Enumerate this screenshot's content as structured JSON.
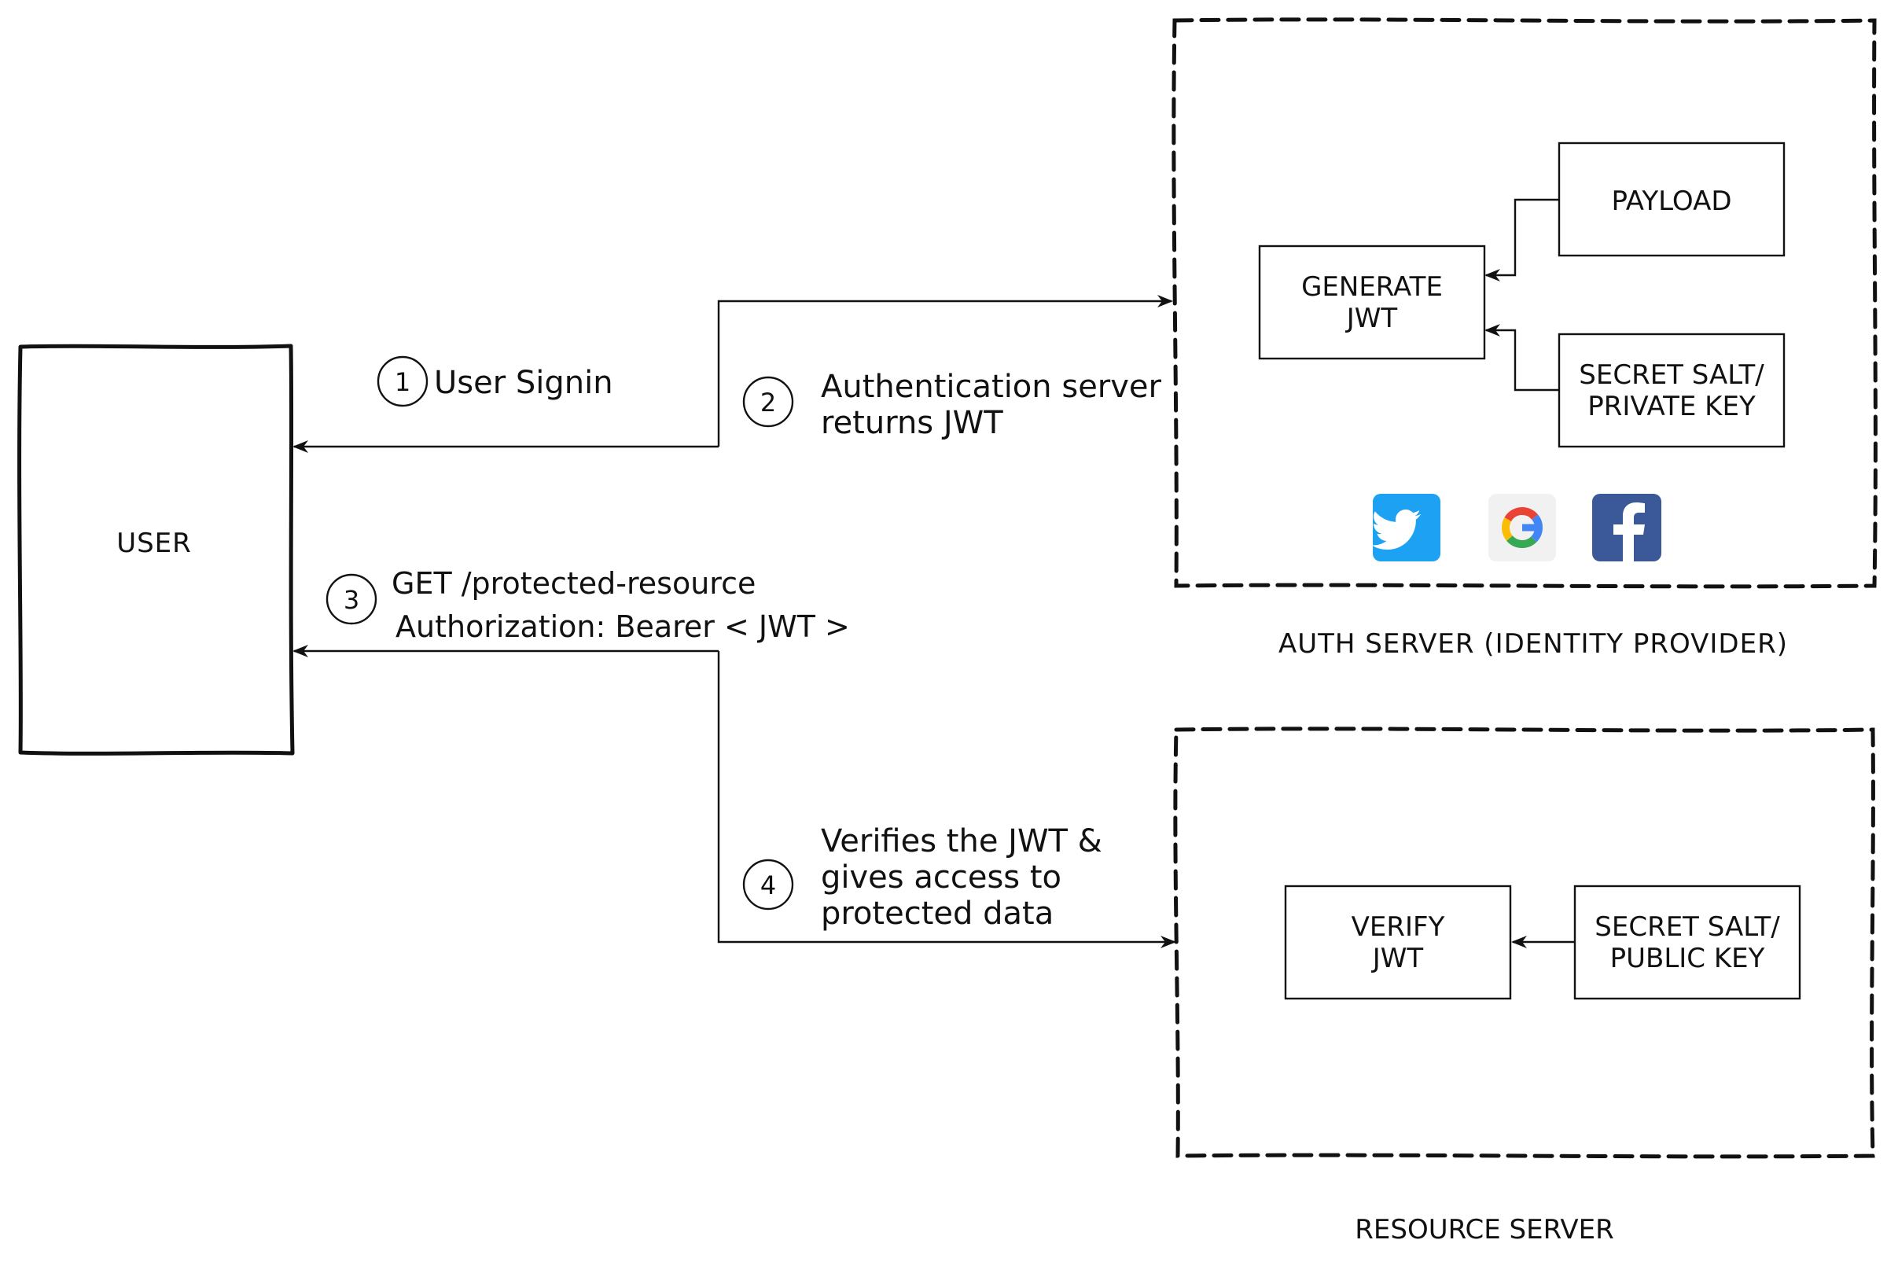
{
  "user": {
    "label": "USER"
  },
  "auth_server": {
    "caption": "AUTH SERVER (IDENTITY PROVIDER)",
    "generate": [
      "GENERATE",
      "JWT"
    ],
    "payload": "PAYLOAD",
    "secret": [
      "SECRET SALT/",
      "PRIVATE KEY"
    ],
    "logos": [
      "twitter-logo",
      "google-logo",
      "facebook-logo"
    ]
  },
  "resource_server": {
    "caption": "RESOURCE SERVER",
    "verify": [
      "VERIFY",
      "JWT"
    ],
    "secret": [
      "SECRET SALT/",
      "PUBLIC KEY"
    ]
  },
  "steps": [
    {
      "number": "1",
      "lines": [
        "User Signin"
      ]
    },
    {
      "number": "2",
      "lines": [
        "Authentication server",
        "returns JWT"
      ]
    },
    {
      "number": "3",
      "lines": [
        "GET /protected-resource",
        "Authorization: Bearer  < JWT >"
      ]
    },
    {
      "number": "4",
      "lines": [
        "Verifies the JWT &",
        "gives access to",
        "protected data"
      ]
    }
  ],
  "colors": {
    "twitter": "#1DA1F2",
    "facebook": "#3B5998",
    "google_blue": "#4285F4",
    "google_red": "#EA4335",
    "google_yellow": "#FBBC05",
    "google_green": "#34A853"
  }
}
